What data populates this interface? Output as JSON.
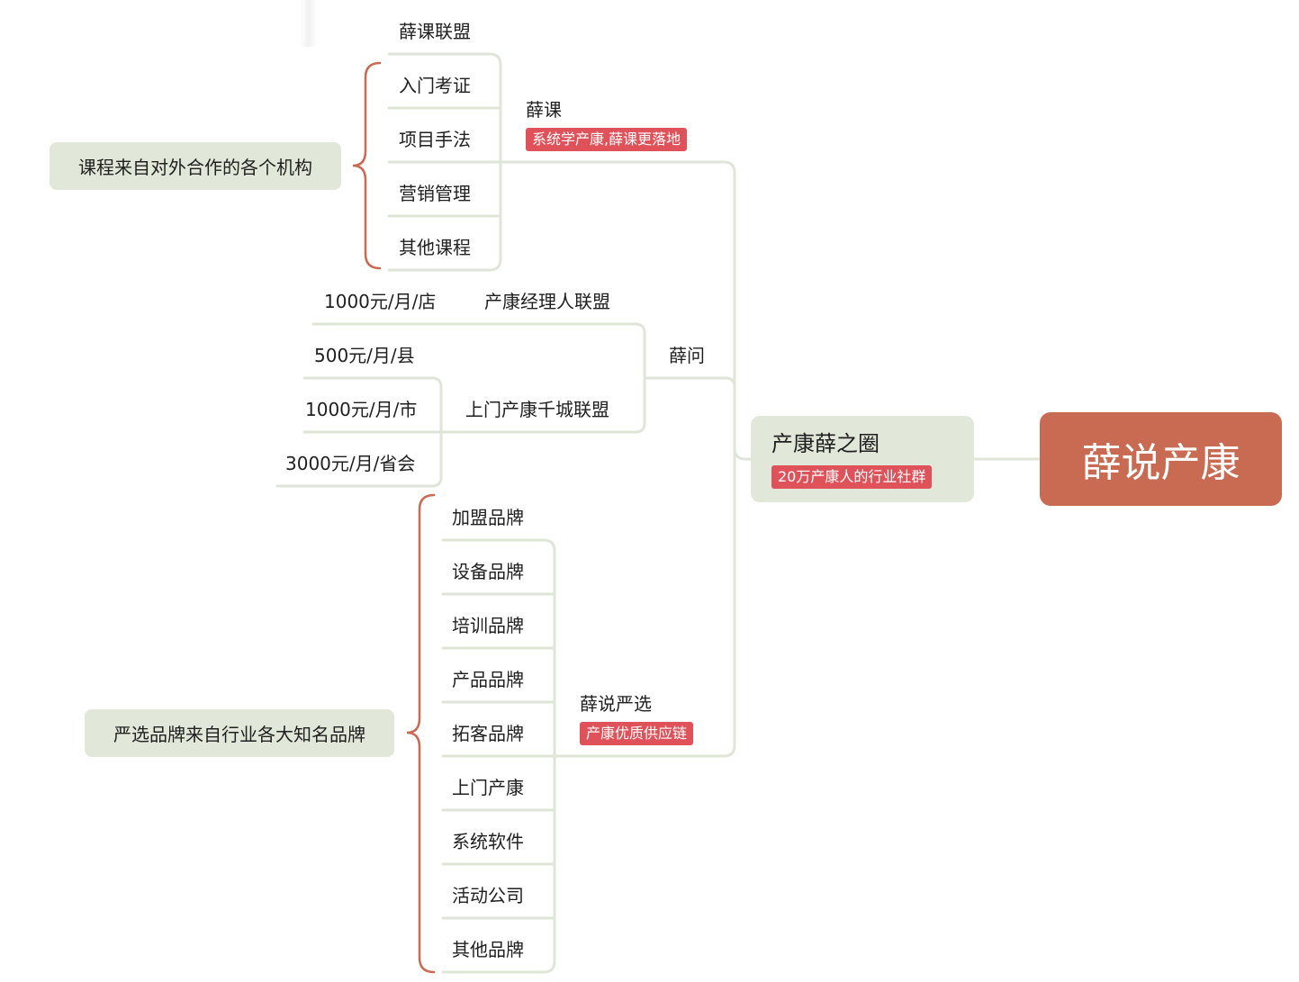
{
  "root": {
    "title": "薛说产康"
  },
  "center": {
    "title": "产康薛之圈",
    "badge": "20万产康人的行业社群"
  },
  "branches": {
    "xueke": {
      "label": "薛课",
      "badge": "系统学产康,薛课更落地",
      "children": [
        "薛课联盟",
        "入门考证",
        "项目手法",
        "营销管理",
        "其他课程"
      ],
      "summary": "课程来自对外合作的各个机构"
    },
    "xuewen": {
      "label": "薛问",
      "manager_alliance": {
        "label": "产康经理人联盟",
        "price": "1000元/月/店"
      },
      "city_alliance": {
        "label": "上门产康千城联盟",
        "prices": [
          "500元/月/县",
          "1000元/月/市",
          "3000元/月/省会"
        ]
      }
    },
    "xueshuo": {
      "label": "薛说严选",
      "badge": "产康优质供应链",
      "children": [
        "加盟品牌",
        "设备品牌",
        "培训品牌",
        "产品品牌",
        "拓客品牌",
        "上门产康",
        "系统软件",
        "活动公司",
        "其他品牌"
      ],
      "summary": "严选品牌来自行业各大知名品牌"
    }
  },
  "colors": {
    "root": "#c96a52",
    "node": "#e1e8da",
    "line": "#dfe6d8",
    "badge": "#e0525a",
    "bracket": "#c96a52"
  }
}
